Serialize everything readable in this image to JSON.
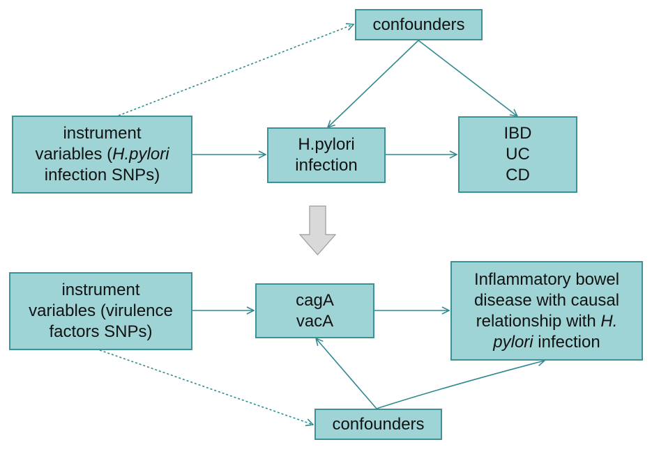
{
  "colors": {
    "box_fill": "#9fd4d6",
    "box_border": "#3a9196",
    "arrow": "#2f8a8e",
    "down_arrow_fill": "#d9d9d9",
    "down_arrow_stroke": "#9a9a9a"
  },
  "top": {
    "confounders": "confounders",
    "instrument": {
      "line1": "instrument",
      "line2_a": "variables (",
      "line2_b": "H.pylori",
      "line3": "infection SNPs)"
    },
    "exposure": {
      "line1": "H.pylori",
      "line2": "infection"
    },
    "outcome": {
      "line1": "IBD",
      "line2": "UC",
      "line3": "CD"
    }
  },
  "transition_icon": "down-arrow-icon",
  "bottom": {
    "instrument": {
      "line1": "instrument",
      "line2": "variables (virulence",
      "line3": "factors SNPs)"
    },
    "exposure": {
      "line1": "cagA",
      "line2": "vacA"
    },
    "outcome": {
      "line1": "Inflammatory bowel",
      "line2": "disease with causal",
      "line3_a": "relationship with ",
      "line3_b": "H.",
      "line4_a": "pylori",
      "line4_b": " infection"
    },
    "confounders": "confounders"
  }
}
